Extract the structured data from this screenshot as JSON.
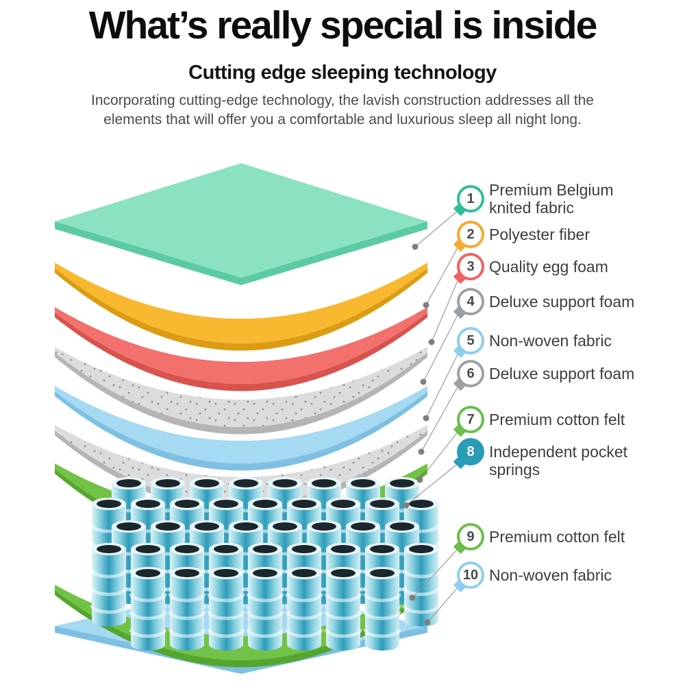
{
  "header": {
    "title": "What’s really special is inside",
    "subtitle": "Cutting edge sleeping technology",
    "description": "Incorporating cutting-edge technology, the lavish construction addresses all the elements that will offer you a comfortable and luxurious sleep all night long."
  },
  "callouts": [
    {
      "num": "1",
      "label": "Premium Belgium knited fabric",
      "color": "#2FBF9B"
    },
    {
      "num": "2",
      "label": "Polyester fiber",
      "color": "#F5A930"
    },
    {
      "num": "3",
      "label": "Quality egg foam",
      "color": "#F0625F"
    },
    {
      "num": "4",
      "label": "Deluxe support foam",
      "color": "#9BA1A4"
    },
    {
      "num": "5",
      "label": "Non-woven fabric",
      "color": "#8FCEEE"
    },
    {
      "num": "6",
      "label": "Deluxe support foam",
      "color": "#9BA1A4"
    },
    {
      "num": "7",
      "label": "Premium cotton felt",
      "color": "#6ABF4B"
    },
    {
      "num": "8",
      "label": "Independent pocket springs",
      "color": "#2A9CB8",
      "filled": true
    },
    {
      "num": "9",
      "label": "Premium cotton felt",
      "color": "#6ABF4B"
    },
    {
      "num": "10",
      "label": "Non-woven fabric",
      "color": "#8FCEEE"
    }
  ],
  "mattress": {
    "layers": [
      {
        "name": "premium-belgium-knitted-fabric",
        "fill": "#8BE2C1",
        "edge": "#5CCBA3"
      },
      {
        "name": "polyester-fiber",
        "fill": "#F8B930",
        "edge": "#DB9C13"
      },
      {
        "name": "quality-egg-foam",
        "fill": "#F2716C",
        "edge": "#D8524E"
      },
      {
        "name": "deluxe-support-foam-upper",
        "fill": "#DCDCDC",
        "edge": "#B5B5B5",
        "speckle": "#8F8F8F"
      },
      {
        "name": "non-woven-fabric-upper",
        "fill": "#A6D9F2",
        "edge": "#7FC0E2"
      },
      {
        "name": "deluxe-support-foam-lower",
        "fill": "#DCDCDC",
        "edge": "#B5B5B5",
        "speckle": "#8F8F8F"
      },
      {
        "name": "premium-cotton-felt-upper",
        "fill": "#72C247",
        "edge": "#55A62F"
      },
      {
        "name": "premium-cotton-felt-lower",
        "fill": "#72C247",
        "edge": "#55A62F"
      },
      {
        "name": "non-woven-fabric-bottom",
        "fill": "#A6D9F2",
        "edge": "#7FC0E2"
      }
    ],
    "spring": {
      "light": "#DFF3F7",
      "stripe_light": "#8FD4E2",
      "mid": "#2E9CBA",
      "edge_light": "#D5EEF3",
      "rim": "#E9F6F8",
      "hole": "#1B272D"
    }
  }
}
